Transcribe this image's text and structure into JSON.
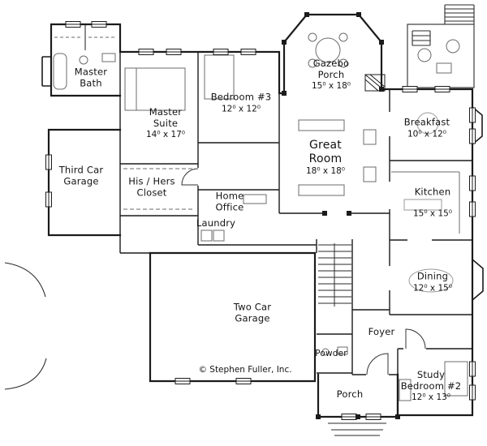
{
  "plan": {
    "copyright": "© Stephen Fuller, Inc.",
    "ink_color": "#1b1b1b",
    "paper_color": "#ffffff",
    "rooms": {
      "master_bath": {
        "name": "Master Bath"
      },
      "master_suite": {
        "name": "Master Suite",
        "dims": "14⁰ x 17⁰"
      },
      "bedroom3": {
        "name": "Bedroom #3",
        "dims": "12⁰ x 12⁰"
      },
      "gazebo_porch": {
        "name": "Gazebo Porch",
        "dims": "15⁰ x 18⁰"
      },
      "breakfast": {
        "name": "Breakfast",
        "dims": "10⁰ x 12⁰"
      },
      "great_room": {
        "name": "Great Room",
        "dims": "18⁰ x 18⁰"
      },
      "kitchen": {
        "name": "Kitchen",
        "dims": "15⁰ x 15⁰"
      },
      "third_car_garage": {
        "name": "Third Car Garage"
      },
      "his_hers_closet": {
        "name": "His / Hers Closet"
      },
      "home_office": {
        "name": "Home Office"
      },
      "laundry": {
        "name": "Laundry"
      },
      "dining": {
        "name": "Dining",
        "dims": "12⁰ x 15⁰"
      },
      "two_car_garage": {
        "name": "Two Car Garage"
      },
      "foyer": {
        "name": "Foyer"
      },
      "powder": {
        "name": "Powder"
      },
      "study_bedroom2": {
        "name": "Study",
        "name2": "Bedroom #2",
        "dims": "12⁰ x 13⁰"
      },
      "porch": {
        "name": "Porch"
      }
    }
  }
}
